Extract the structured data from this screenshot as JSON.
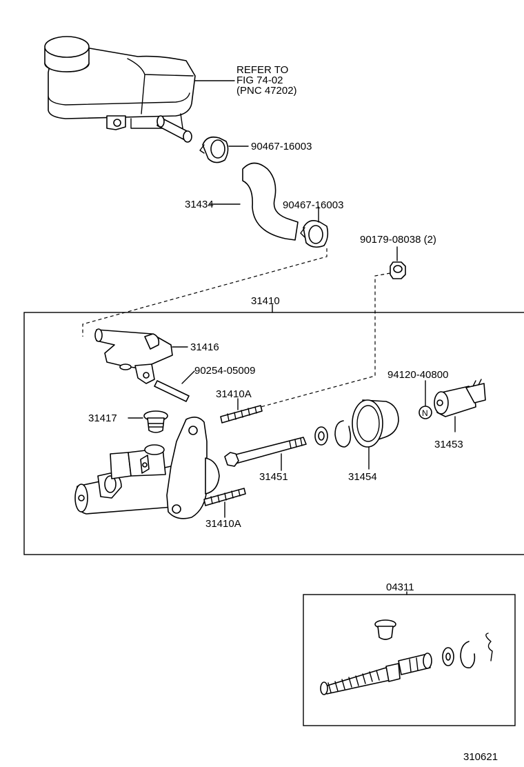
{
  "diagram": {
    "refer_note": [
      "REFER TO",
      "FIG 74-02",
      "(PNC 47202)"
    ],
    "labels": {
      "clip_upper": "90467-16003",
      "hose": "31434",
      "clip_lower": "90467-16003",
      "nut": "90179-08038 (2)",
      "assembly": "31410",
      "union": "31416",
      "pin": "90254-05009",
      "stud_upper": "31410A",
      "plug": "31417",
      "bolt": "31451",
      "boot": "31454",
      "n_mark_part": "94120-40800",
      "n_mark": "N",
      "switch": "31453",
      "stud_lower": "31410A",
      "kit": "04311",
      "figure_number": "310621"
    }
  }
}
